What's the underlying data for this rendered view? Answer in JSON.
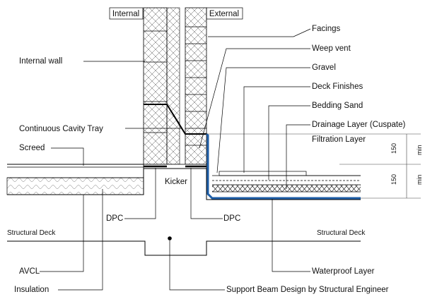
{
  "title_tags": {
    "internal": "Internal",
    "external": "External"
  },
  "labels": {
    "internal_wall": "Internal wall",
    "continuous_cavity_tray": "Continuous Cavity Tray",
    "screed": "Screed",
    "kicker": "Kicker",
    "dpc_left": "DPC",
    "dpc_right": "DPC",
    "structural_deck_left": "Structural Deck",
    "structural_deck_right": "Structural Deck",
    "avcl": "AVCL",
    "insulation": "Insulation",
    "support_beam": "Support Beam Design by  Structural Engineer",
    "facings": "Facings",
    "weep_vent": "Weep vent",
    "gravel": "Gravel",
    "deck_finishes": "Deck Finishes",
    "bedding_sand": "Bedding Sand",
    "drainage_layer": "Drainage Layer (Cuspate)",
    "filtration_layer": "Filtration Layer",
    "waterproof_layer": "Waterproof Layer"
  },
  "dimensions": [
    {
      "value": "150",
      "unit": "min"
    },
    {
      "value": "150",
      "unit": "min"
    }
  ],
  "colors": {
    "waterproof": "#1f5fa8",
    "line": "#000000"
  }
}
